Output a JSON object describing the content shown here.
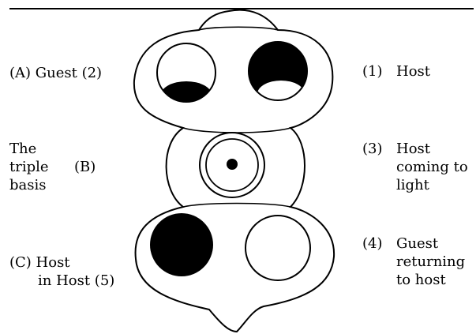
{
  "labels": {
    "a": "(A) Guest (2)",
    "one": "(1)",
    "one_text": "Host",
    "b_the": "The",
    "b_triple": "triple",
    "b_basis": "basis",
    "b_marker": "(B)",
    "three": "(3)",
    "three_l1": "Host",
    "three_l2": "coming to",
    "three_l3": "light",
    "c_l1": "(C) Host",
    "c_l2": "in Host (5)",
    "four": "(4)",
    "four_l1": "Guest",
    "four_l2": "returning",
    "four_l3": "to host"
  },
  "colors": {
    "ink": "#000000",
    "paper": "#ffffff"
  }
}
